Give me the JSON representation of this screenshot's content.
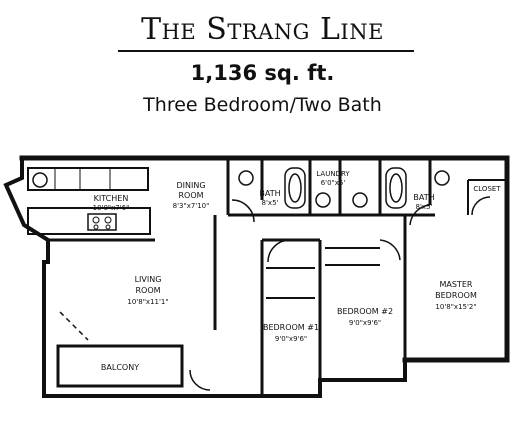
{
  "header": {
    "title": "The Strang Line",
    "square_feet": "1,136 sq. ft.",
    "layout": "Three Bedroom/Two Bath"
  },
  "rooms": {
    "kitchen": {
      "name": "KITCHEN",
      "size": "10'0\"x7'6\""
    },
    "dining": {
      "name_line1": "DINING",
      "name_line2": "ROOM",
      "size": "8'3\"x7'10\""
    },
    "bath1": {
      "name": "BATH",
      "size": "8'x5'"
    },
    "laundry": {
      "name": "LAUNDRY",
      "size": "6'0\"x5'"
    },
    "bath2": {
      "name": "BATH",
      "size": "8'x5'"
    },
    "closet": {
      "name": "CLOSET"
    },
    "living": {
      "name_line1": "LIVING",
      "name_line2": "ROOM",
      "size": "10'8\"x11'1\""
    },
    "bedroom1": {
      "name": "BEDROOM #1",
      "size": "9'0\"x9'6\""
    },
    "bedroom2": {
      "name": "BEDROOM #2",
      "size": "9'0\"x9'6\""
    },
    "master": {
      "name_line1": "MASTER",
      "name_line2": "BEDROOM",
      "size": "10'8\"x15'2\""
    },
    "balcony": {
      "name": "BALCONY"
    }
  }
}
